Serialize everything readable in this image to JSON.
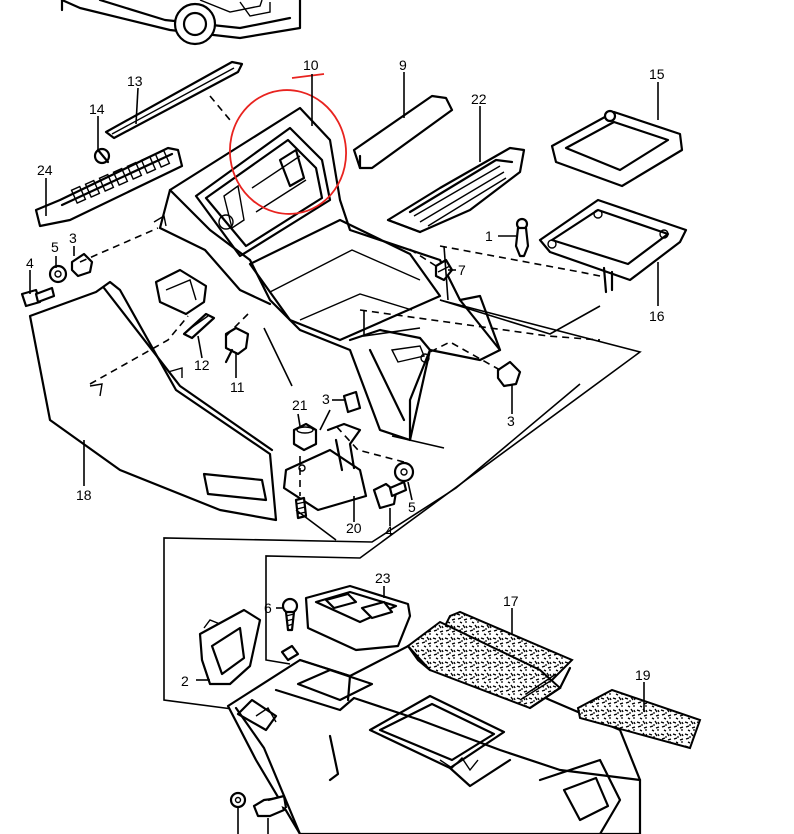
{
  "callouts": [
    {
      "id": "c1",
      "text": "1"
    },
    {
      "id": "c2",
      "text": "2"
    },
    {
      "id": "c3a",
      "text": "3"
    },
    {
      "id": "c3b",
      "text": "3"
    },
    {
      "id": "c3c",
      "text": "3"
    },
    {
      "id": "c4a",
      "text": "4"
    },
    {
      "id": "c4b",
      "text": "4"
    },
    {
      "id": "c5a",
      "text": "5"
    },
    {
      "id": "c5b",
      "text": "5"
    },
    {
      "id": "c6",
      "text": "6"
    },
    {
      "id": "c7",
      "text": "7"
    },
    {
      "id": "c9",
      "text": "9"
    },
    {
      "id": "c10",
      "text": "10"
    },
    {
      "id": "c11",
      "text": "11"
    },
    {
      "id": "c12",
      "text": "12"
    },
    {
      "id": "c13",
      "text": "13"
    },
    {
      "id": "c14",
      "text": "14"
    },
    {
      "id": "c15",
      "text": "15"
    },
    {
      "id": "c16",
      "text": "16"
    },
    {
      "id": "c17",
      "text": "17"
    },
    {
      "id": "c18",
      "text": "18"
    },
    {
      "id": "c19",
      "text": "19"
    },
    {
      "id": "c20",
      "text": "20"
    },
    {
      "id": "c21",
      "text": "21"
    },
    {
      "id": "c22",
      "text": "22"
    },
    {
      "id": "c23",
      "text": "23"
    },
    {
      "id": "c24",
      "text": "24"
    }
  ],
  "colors": {
    "line": "#000000",
    "background": "#ffffff",
    "highlight": "#e8231f"
  }
}
